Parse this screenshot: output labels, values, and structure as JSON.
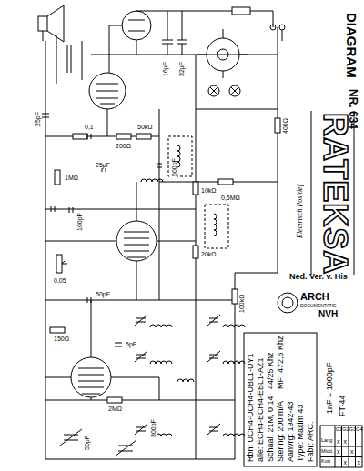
{
  "diagram": {
    "title": "RATEKSA",
    "labels": [
      "DIAGRAM",
      "NR. 634",
      "Electrisch Positief",
      "Ned. Ver. v. His",
      "ARCH",
      "DOCUMENTATIE",
      "NVH",
      "Fabr: ARC.",
      "Type: Maxim 43",
      "Aanvrg: 1942-43",
      "Stering: 200 m/A",
      "MF: 472,6 Khz",
      "Schaal: 21M, 0.14",
      "44/25 Khz",
      "alle: ECH4-ECH4-EBL1-AZ1",
      "Rbn: UCH4-UCH4-UBL1-UY1",
      "1nF = 1000pF",
      "FT-44",
      "G1",
      "G2",
      "G3",
      "G4",
      "Lang",
      "Midd.",
      "Kort",
      "x",
      "x",
      "x",
      "x",
      "x",
      "x",
      "25pF",
      "0,1",
      "50kΩ",
      "1MΩ",
      "200Ω",
      "500pF",
      "16µF",
      "32µF",
      "100pF",
      "10kΩ",
      "50pF",
      "20kΩ",
      "5pF",
      "100kΩ",
      "0,05",
      "300pF",
      "150Ω",
      "2MΩ",
      "25µF",
      "400Ω",
      "50pF",
      "0,5MΩ"
    ]
  }
}
